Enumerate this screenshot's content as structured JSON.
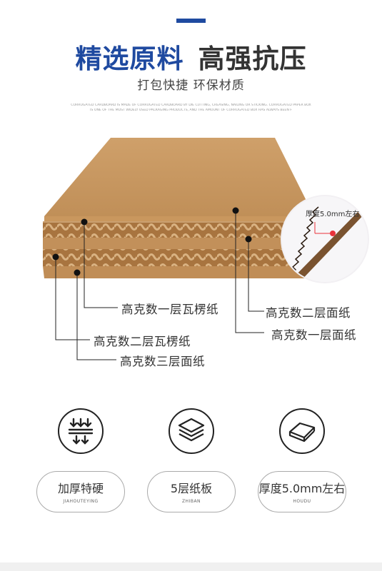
{
  "header": {
    "title_blue": "精选原料",
    "title_dark": "高强抗压",
    "subtitle": "打包快捷 环保材质",
    "fine_print_line1": "CORRUGATED CARDBOARD IS MADE OF CORRUGATED CARDBOARD BY DIE CUTTING, CREASING, NAILING OR STICKING. CORRUGATED PAPER BOX",
    "fine_print_line2": "IS ONE OF THE MOST WIDELY USED PACKAGING PRODUCTS, AND THE AMOUNT OF CORRUGATED BOX HAS ALWAYS BEEN F"
  },
  "diagram": {
    "zoom_label": "厚度5.0mm左右",
    "callouts": [
      "高克数一层瓦楞纸",
      "高克数二层面纸",
      "高克数一层面纸",
      "高克数二层瓦楞纸",
      "高克数三层面纸"
    ]
  },
  "features": [
    {
      "icon": "pressure-arrows-icon",
      "label_cn": "加厚特硬",
      "label_en": "JIAHOUTEYING"
    },
    {
      "icon": "layers-icon",
      "label_cn": "5层纸板",
      "label_en": "ZHIBAN"
    },
    {
      "icon": "board-icon",
      "label_cn": "厚度5.0mm左右",
      "label_en": "HOUDU"
    }
  ],
  "colors": {
    "accent_blue": "#1f4aa0",
    "cardboard_top": "#c99a62",
    "cardboard_edge": "#b98650",
    "marker_red": "#e8333a"
  }
}
